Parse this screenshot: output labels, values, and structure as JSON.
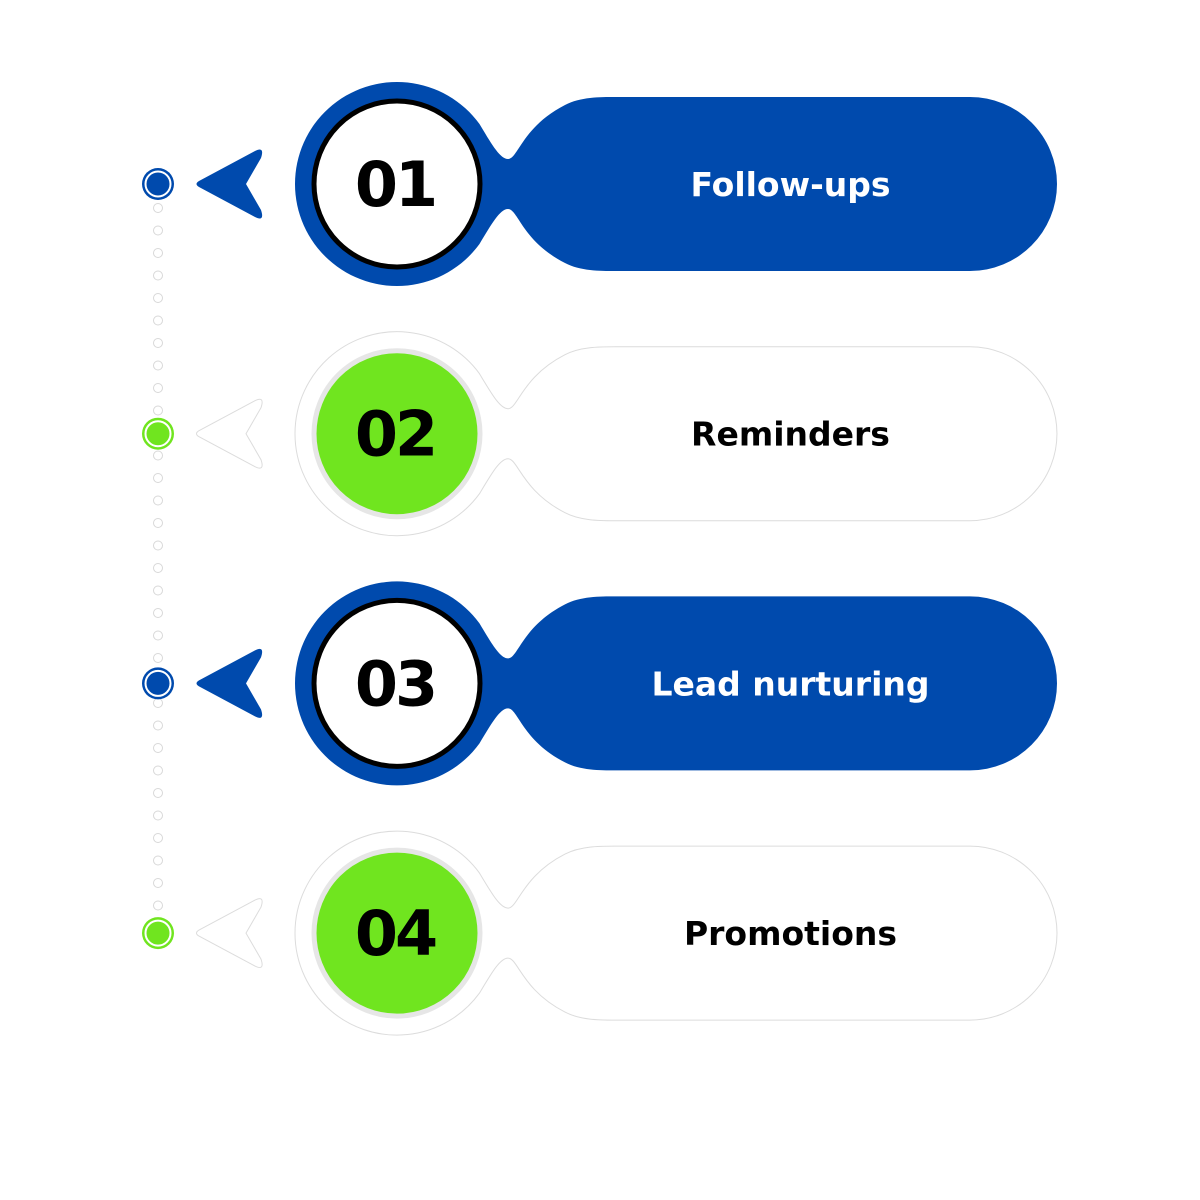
{
  "colors": {
    "blue": "#004aad",
    "green": "#70e51f",
    "white": "#ffffff",
    "ring_gray": "#e6e6e6",
    "outline_gray": "#dcdcdc",
    "text_dark": "#000000",
    "text_light": "#ffffff"
  },
  "steps": [
    {
      "number": "01",
      "label": "Follow-ups",
      "style": "active",
      "arrow_icon": "arrow-left-icon",
      "marker_icon": "timeline-dot-icon"
    },
    {
      "number": "02",
      "label": "Reminders",
      "style": "inactive",
      "arrow_icon": "arrow-left-outline-icon",
      "marker_icon": "timeline-dot-icon"
    },
    {
      "number": "03",
      "label": "Lead nurturing",
      "style": "active",
      "arrow_icon": "arrow-left-icon",
      "marker_icon": "timeline-dot-icon"
    },
    {
      "number": "04",
      "label": "Promotions",
      "style": "inactive",
      "arrow_icon": "arrow-left-outline-icon",
      "marker_icon": "timeline-dot-icon"
    }
  ]
}
